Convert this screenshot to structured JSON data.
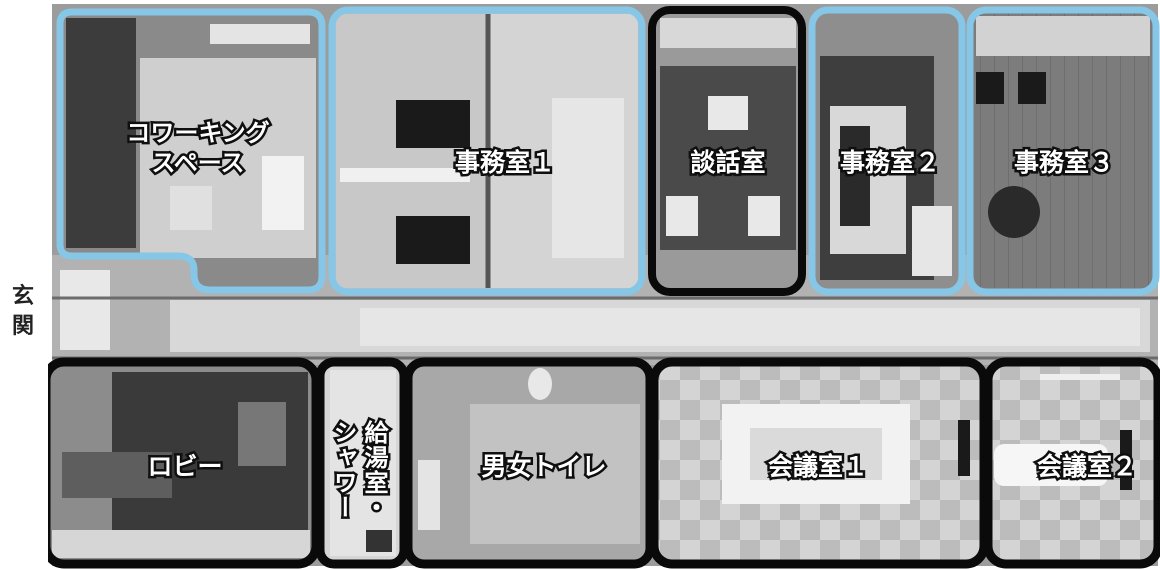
{
  "entrance": {
    "label": "玄関"
  },
  "colors": {
    "public_room_outline": "#86c6e6",
    "private_room_outline": "#0a0a0a",
    "label_fill": "#ffffff",
    "label_stroke": "#111111"
  },
  "rooms": {
    "coworking": {
      "label": "コワーキング\nスペース"
    },
    "office1": {
      "label": "事務室１"
    },
    "lounge": {
      "label": "談話室"
    },
    "office2": {
      "label": "事務室２"
    },
    "office3": {
      "label": "事務室３"
    },
    "lobby": {
      "label": "ロビー"
    },
    "kitchen_shower": {
      "col1": "給湯室・",
      "col2": "シャワー"
    },
    "restrooms": {
      "label": "男女トイレ"
    },
    "meeting1": {
      "label": "会議室１"
    },
    "meeting2": {
      "label": "会議室２"
    }
  }
}
